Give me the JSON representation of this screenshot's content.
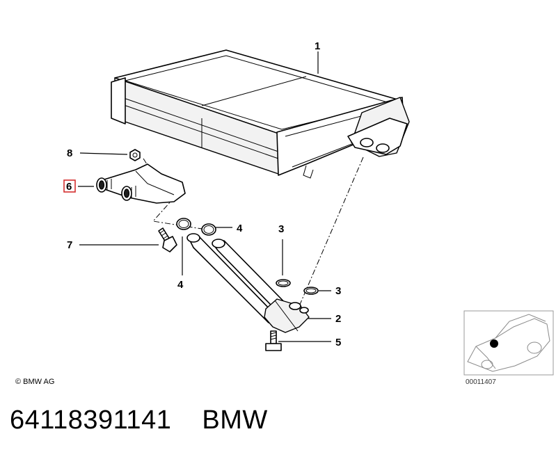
{
  "diagram": {
    "callouts": {
      "c1": "1",
      "c2": "2",
      "c3a": "3",
      "c3b": "3",
      "c4a": "4",
      "c4b": "4",
      "c5": "5",
      "c6": "6",
      "c7": "7",
      "c8": "8"
    },
    "highlighted_callout": "6",
    "highlight_color": "#d32f2f",
    "copyright": "© BMW AG",
    "thumbnail_code": "00011407"
  },
  "footer": {
    "part_number": "64118391141",
    "brand": "BMW"
  }
}
